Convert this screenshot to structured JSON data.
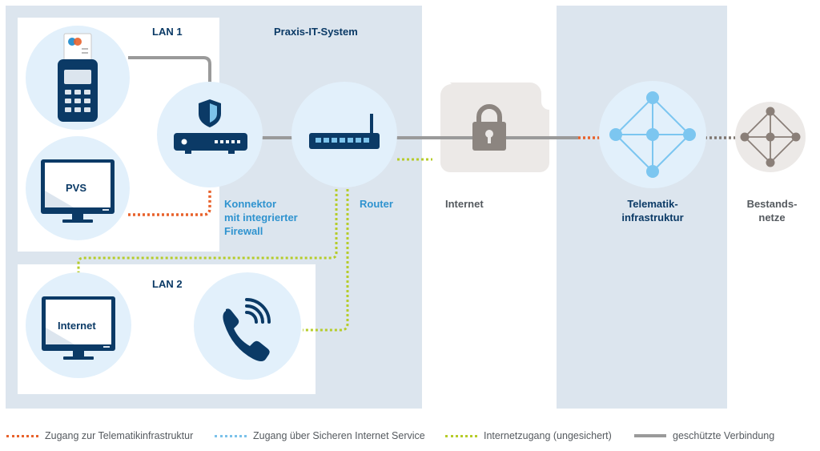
{
  "praxis": {
    "title": "Praxis-IT-System"
  },
  "lan1": {
    "title": "LAN 1",
    "pvs_label": "PVS"
  },
  "lan2": {
    "title": "LAN 2",
    "internet_label": "Internet"
  },
  "connector": {
    "label": "Konnektor\nmit integrierter\nFirewall"
  },
  "router": {
    "label": "Router"
  },
  "internet": {
    "label": "Internet"
  },
  "ti": {
    "label": "Telematik-\ninfrastruktur"
  },
  "bestand": {
    "label": "Bestands-\nnetze"
  },
  "legend": [
    {
      "label": "Zugang zur Telematikinfrastruktur",
      "color": "#e8622c",
      "style": "dotted"
    },
    {
      "label": "Zugang über Sicheren Internet Service",
      "color": "#7cc2ea",
      "style": "dotted"
    },
    {
      "label": "Internetzugang (ungesichert)",
      "color": "#b6cc2a",
      "style": "dotted"
    },
    {
      "label": "geschützte Verbindung",
      "color": "#9a9a9a",
      "style": "solid"
    }
  ],
  "colors": {
    "navy": "#0b3a66",
    "accent_blue": "#2f93cf",
    "ti_node": "#7cc6f0",
    "bestand_node": "#8a7f78",
    "region_bg": "#dce5ee",
    "circle_bg": "#e2f0fb"
  },
  "icons": [
    "card-terminal-icon",
    "pvs-monitor-icon",
    "shield-router-icon",
    "router-icon",
    "padlock-icon",
    "ti-network-icon",
    "bestand-network-icon",
    "internet-monitor-icon",
    "phone-icon"
  ]
}
